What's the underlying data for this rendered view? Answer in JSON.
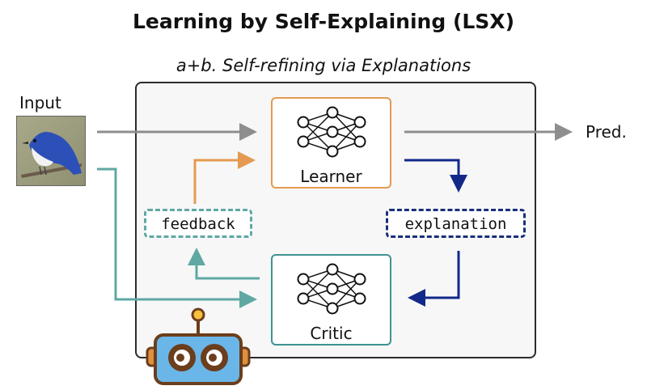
{
  "title": "Learning by Self-Explaining (LSX)",
  "subtitle": "a+b. Self-refining via Explanations",
  "input_label": "Input",
  "pred_label": "Pred.",
  "learner": {
    "label": "Learner"
  },
  "critic": {
    "label": "Critic"
  },
  "feedback": {
    "label": "feedback"
  },
  "explanation": {
    "label": "explanation"
  },
  "colors": {
    "gray_arrow": "#8e8e8e",
    "learner_orange": "#e49a52",
    "critic_teal": "#5fa8a3",
    "explanation_navy": "#12298a"
  },
  "icons": [
    "bird-image",
    "neural-network-icon",
    "robot-icon"
  ]
}
